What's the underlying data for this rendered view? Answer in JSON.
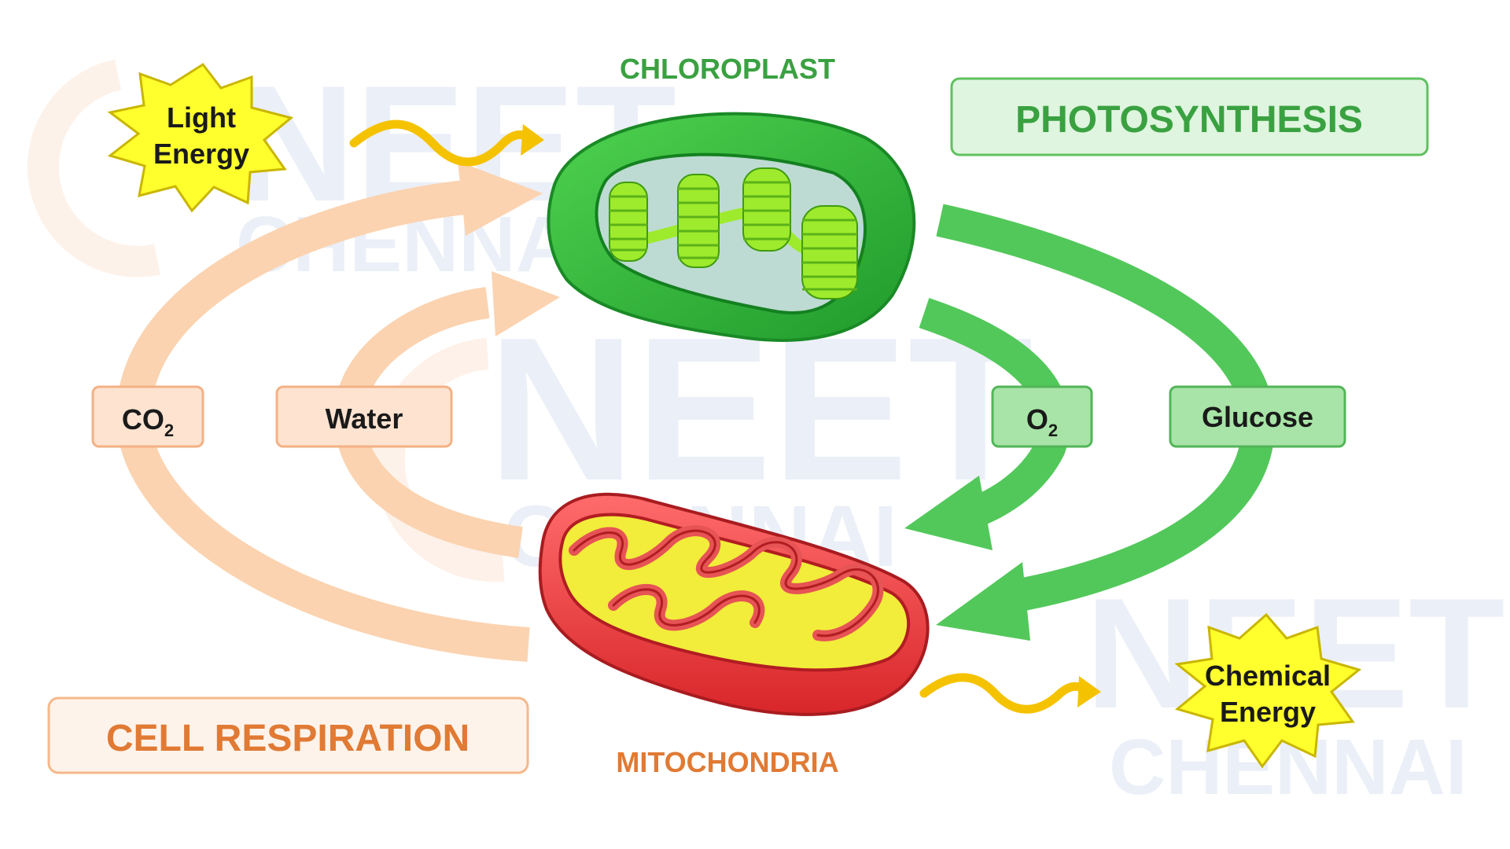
{
  "organelles": {
    "chloroplast": "CHLOROPLAST",
    "mitochondria": "MITOCHONDRIA"
  },
  "processes": {
    "photosynthesis": "PHOTOSYNTHESIS",
    "cell_respiration": "CELL RESPIRATION"
  },
  "energy": {
    "light": [
      "Light",
      "Energy"
    ],
    "chemical": [
      "Chemical",
      "Energy"
    ]
  },
  "substances": {
    "co2": {
      "base": "CO",
      "subscript": "2"
    },
    "water": "Water",
    "o2": {
      "base": "O",
      "subscript": "2"
    },
    "glucose": "Glucose"
  },
  "watermark": {
    "brand": "NEET",
    "city": "CHENNAI"
  },
  "colors": {
    "respiration_arrow": "#fbd3b0",
    "respiration_label_fill": "#fde3d0",
    "respiration_label_text": "#e07a34",
    "photosynthesis_arrow": "#52c85a",
    "photosynthesis_label_fill": "#a8e4a8",
    "photosynthesis_label_text": "#3aa141",
    "energy_star": "#ffff2e",
    "energy_wave": "#f5c200",
    "chloroplast_outer": "#35b23f",
    "thylakoid": "#9eea2c",
    "mitochondria_outer": "#e23b3d",
    "mitochondria_matrix": "#f2ec3a"
  }
}
